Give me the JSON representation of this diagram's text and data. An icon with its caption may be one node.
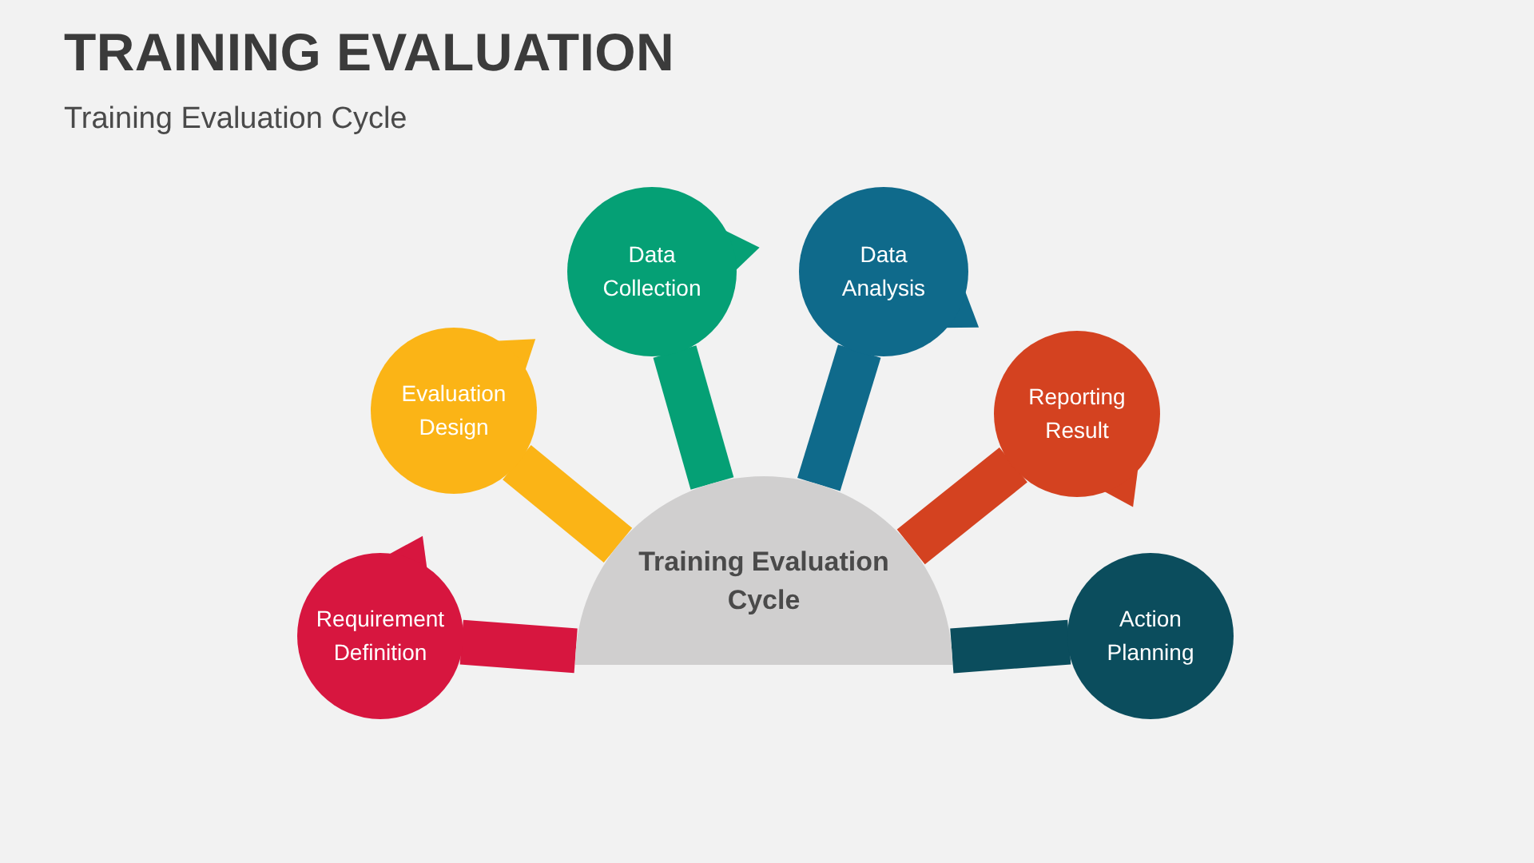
{
  "diagram": {
    "title": "TRAINING EVALUATION",
    "caption": "Training Evaluation Cycle",
    "nodes": [
      {
        "text": [
          "Training Evaluation Cycle"
        ]
      },
      {
        "text": [
          "Requirement Definition"
        ]
      },
      {
        "text": [
          "Evaluation Design"
        ]
      },
      {
        "text": [
          "Data Collection"
        ]
      },
      {
        "text": [
          "Data Analysis"
        ]
      },
      {
        "text": [
          "Reporting Result"
        ]
      },
      {
        "text": [
          "Action Planning"
        ]
      }
    ],
    "edges": [
      {
        "from": 0,
        "to": 1,
        "arrow": "none",
        "color": "#d7163f"
      },
      {
        "from": 0,
        "to": 2,
        "arrow": "none",
        "color": "#fbb416"
      },
      {
        "from": 0,
        "to": 3,
        "arrow": "none",
        "color": "#05a075"
      },
      {
        "from": 0,
        "to": 4,
        "arrow": "none",
        "color": "#0f6a8b"
      },
      {
        "from": 0,
        "to": 5,
        "arrow": "none",
        "color": "#d44220"
      },
      {
        "from": 0,
        "to": 6,
        "arrow": "none",
        "color": "#0b4d5d"
      }
    ]
  }
}
